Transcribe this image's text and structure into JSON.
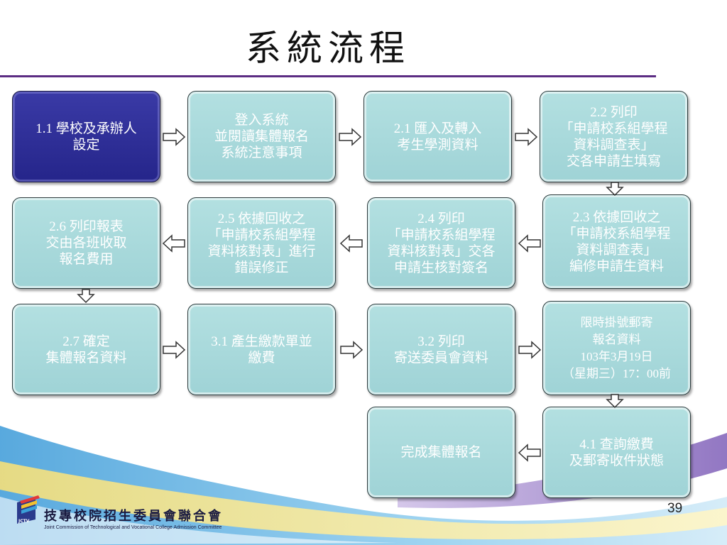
{
  "title": "系統流程",
  "steps": [
    {
      "label": "1.1 學校及承辦人\n設定"
    },
    {
      "label": "登入系統\n並閱讀集體報名\n系統注意事項"
    },
    {
      "label": "2.1 匯入及轉入\n考生學測資料"
    },
    {
      "label": "2.2 列印\n「申請校系組學程\n資料調查表」\n交各申請生填寫"
    },
    {
      "label": "2.3 依據回收之\n「申請校系組學程\n資料調查表」\n編修申請生資料"
    },
    {
      "label": "2.4 列印\n「申請校系組學程\n資料核對表」交各\n申請生核對簽名"
    },
    {
      "label": "2.5 依據回收之\n「申請校系組學程\n資料核對表」進行\n錯誤修正"
    },
    {
      "label": "2.6 列印報表\n交由各班收取\n報名費用"
    },
    {
      "label": "2.7 確定\n集體報名資料"
    },
    {
      "label": "3.1 產生繳款單並\n繳費"
    },
    {
      "label": "3.2 列印\n寄送委員會資料"
    },
    {
      "label": "限時掛號郵寄\n報名資料\n103年3月19日\n（星期三）17：00前"
    },
    {
      "label": "4.1 查詢繳費\n及郵寄收件狀態"
    },
    {
      "label": "完成集體報名"
    }
  ],
  "page_number": "39",
  "footer": {
    "org_name": "技專校院招生委員會聯合會",
    "org_name_en": "Joint Commission of Technological and Vocational College Admission Committee",
    "logo_text": "JCTV"
  },
  "colors": {
    "box_fill": "#a8d9db",
    "active_fill": "#2b2b8f",
    "title_rule": "#5b2c83"
  }
}
